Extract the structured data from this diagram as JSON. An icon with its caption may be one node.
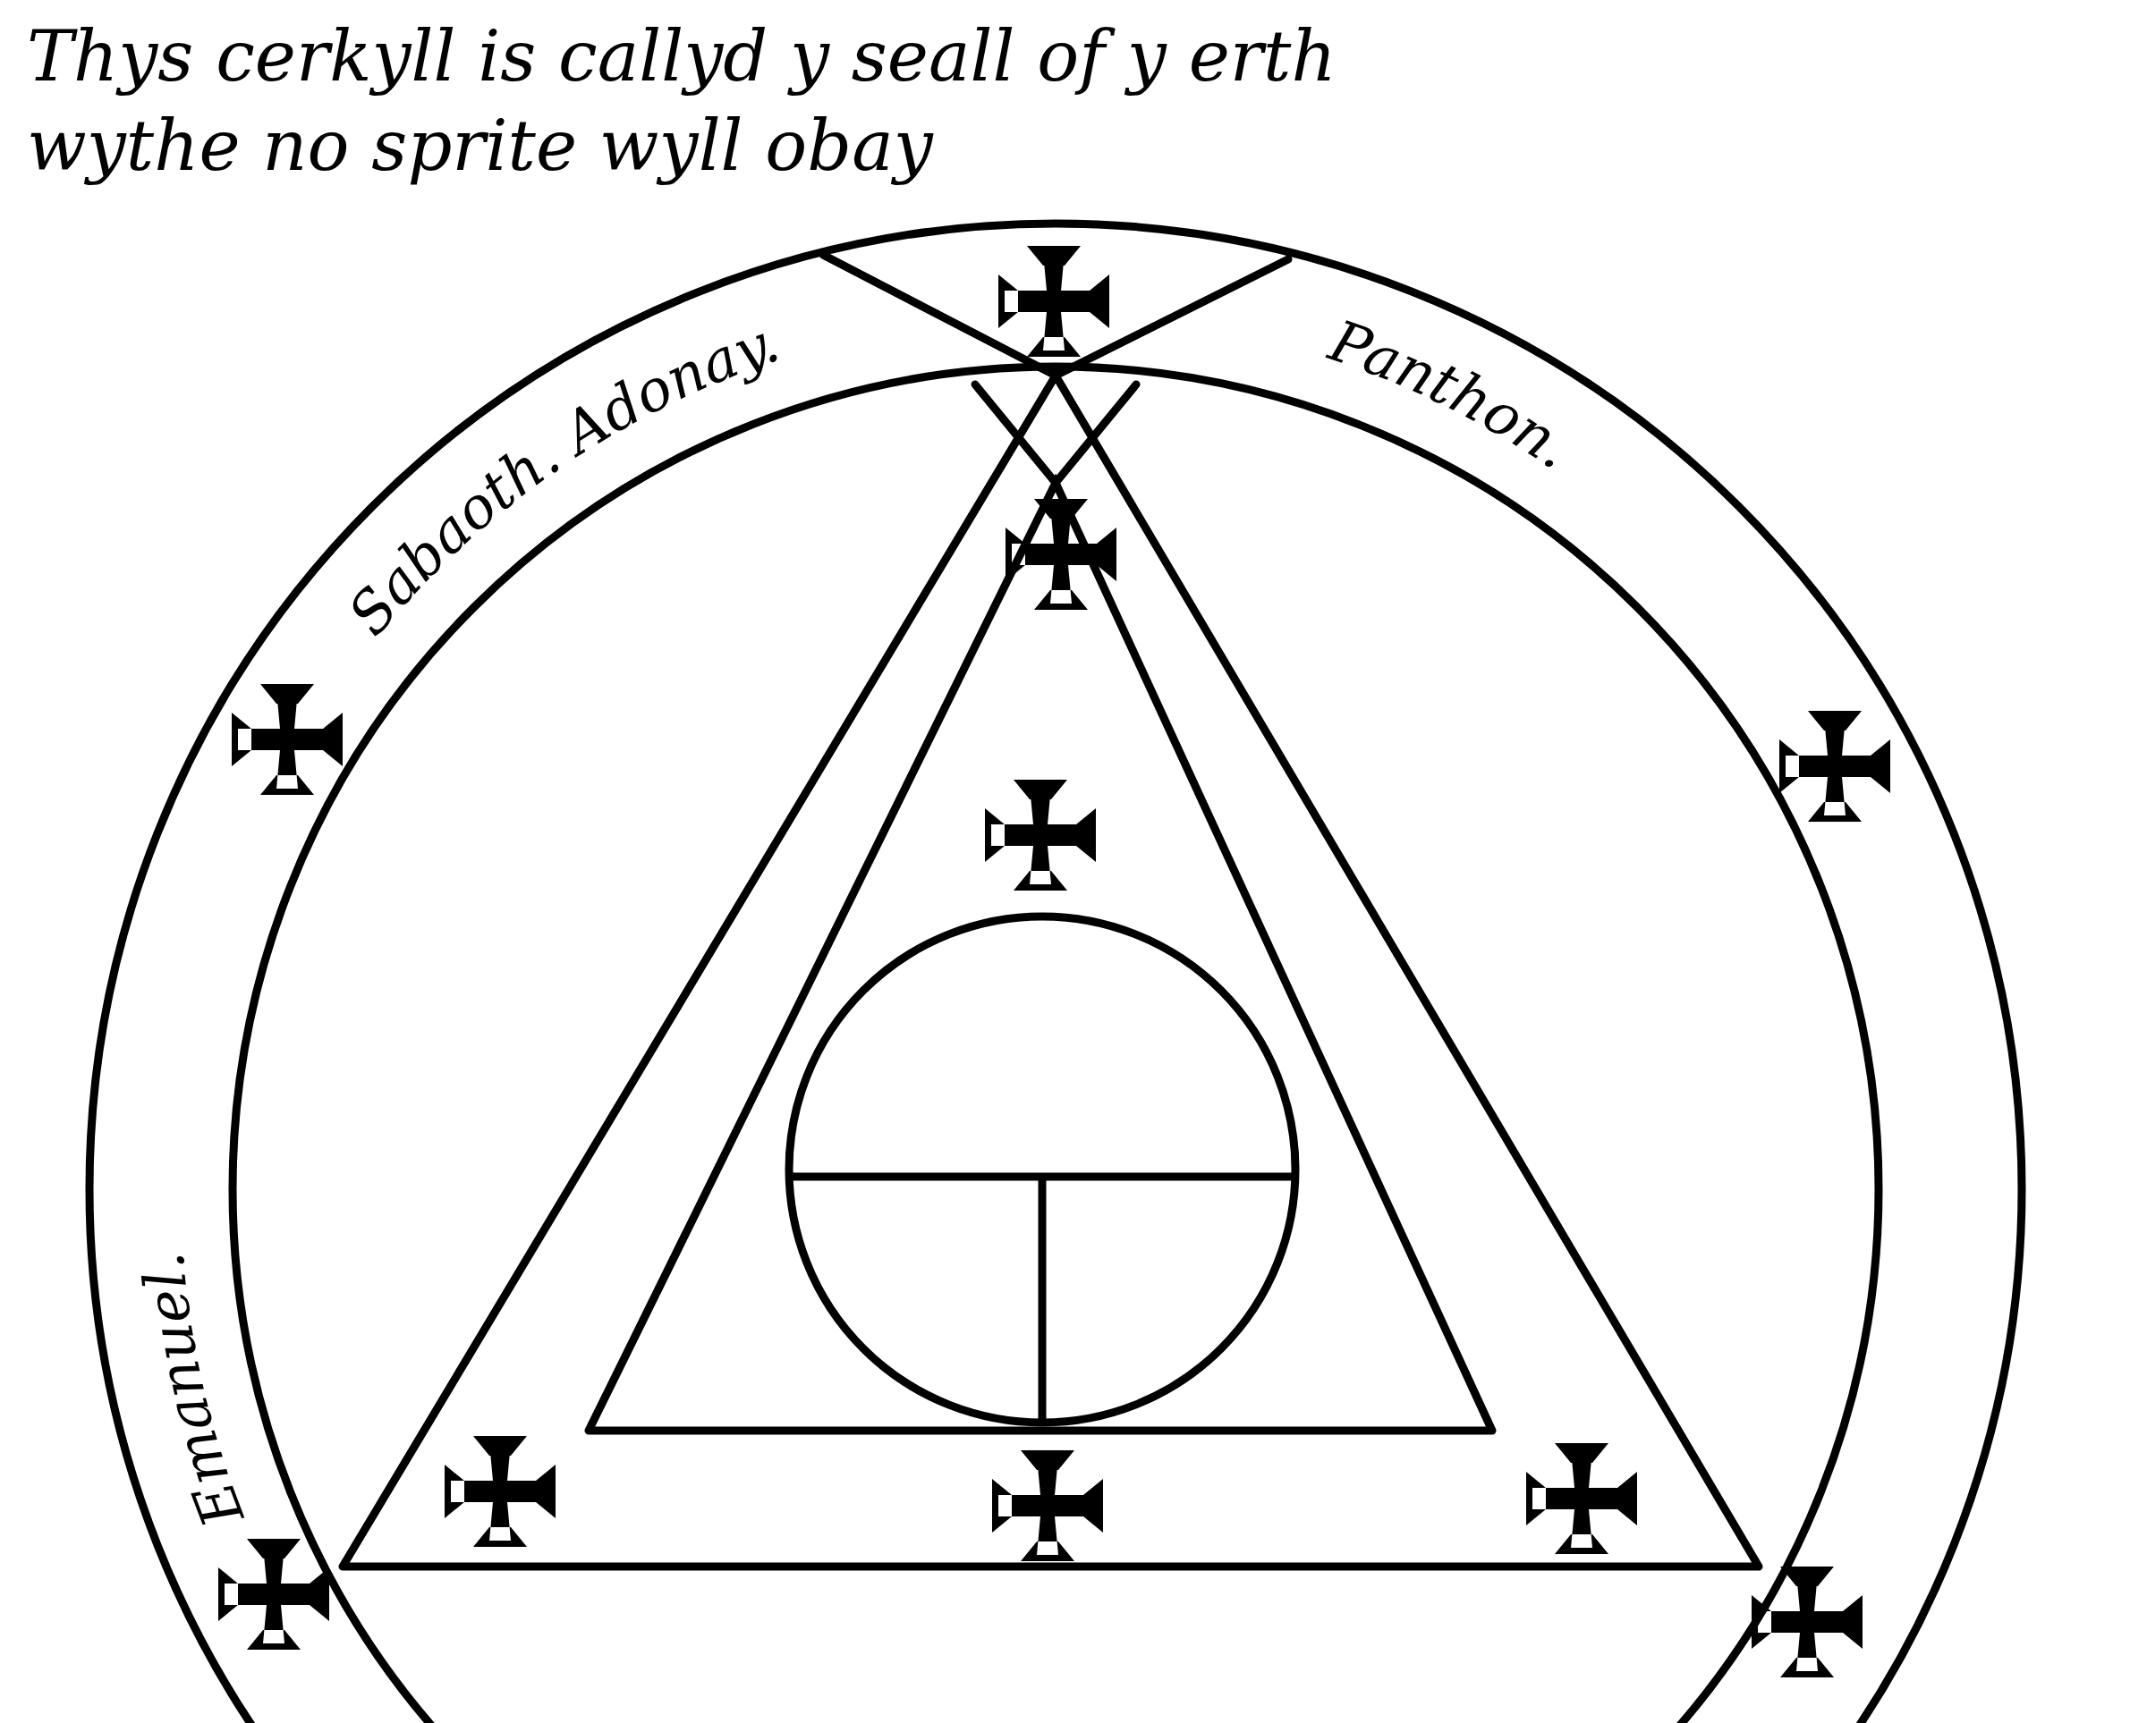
{
  "diagram": {
    "labels": [
      "Thys cerkyll is callyd y seall of y erth",
      "wythe no sprite wyll obay",
      "Sabaoth. Adonay.",
      "Panthon.",
      "Emanuel."
    ]
  }
}
